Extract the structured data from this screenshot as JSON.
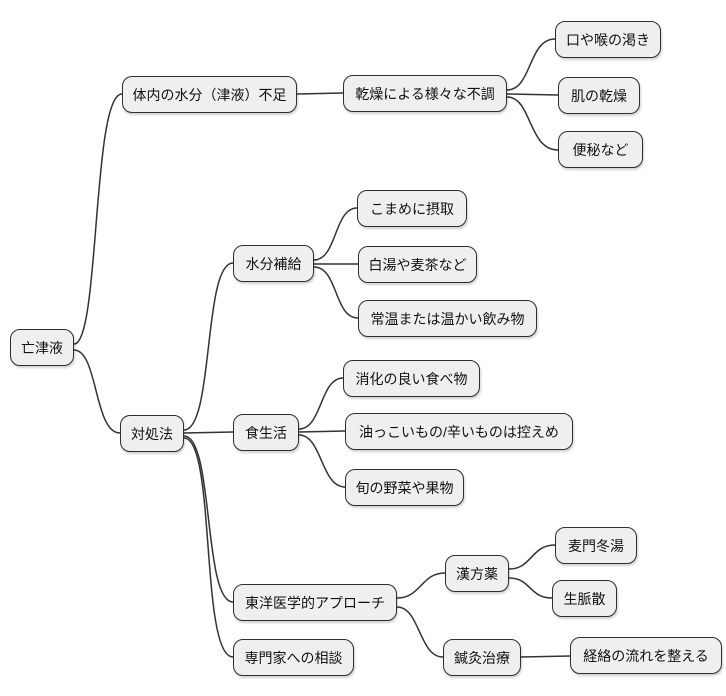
{
  "diagram": {
    "type": "mindmap",
    "language": "ja",
    "colors": {
      "background": "#ffffff",
      "node_fill": "#efefef",
      "node_border": "#2e2e2e",
      "edge": "#333333",
      "text": "#111111"
    },
    "root": {
      "label": "亡津液",
      "children": [
        {
          "label": "体内の水分（津液）不足",
          "children": [
            {
              "label": "乾燥による様々な不調",
              "children": [
                {
                  "label": "口や喉の渇き"
                },
                {
                  "label": "肌の乾燥"
                },
                {
                  "label": "便秘など"
                }
              ]
            }
          ]
        },
        {
          "label": "対処法",
          "children": [
            {
              "label": "水分補給",
              "children": [
                {
                  "label": "こまめに摂取"
                },
                {
                  "label": "白湯や麦茶など"
                },
                {
                  "label": "常温または温かい飲み物"
                }
              ]
            },
            {
              "label": "食生活",
              "children": [
                {
                  "label": "消化の良い食べ物"
                },
                {
                  "label": "油っこいもの/辛いものは控えめ"
                },
                {
                  "label": "旬の野菜や果物"
                }
              ]
            },
            {
              "label": "東洋医学的アプローチ",
              "children": [
                {
                  "label": "漢方薬",
                  "children": [
                    {
                      "label": "麦門冬湯"
                    },
                    {
                      "label": "生脈散"
                    }
                  ]
                },
                {
                  "label": "鍼灸治療",
                  "children": [
                    {
                      "label": "経絡の流れを整える"
                    }
                  ]
                }
              ]
            },
            {
              "label": "専門家への相談"
            }
          ]
        }
      ]
    }
  }
}
